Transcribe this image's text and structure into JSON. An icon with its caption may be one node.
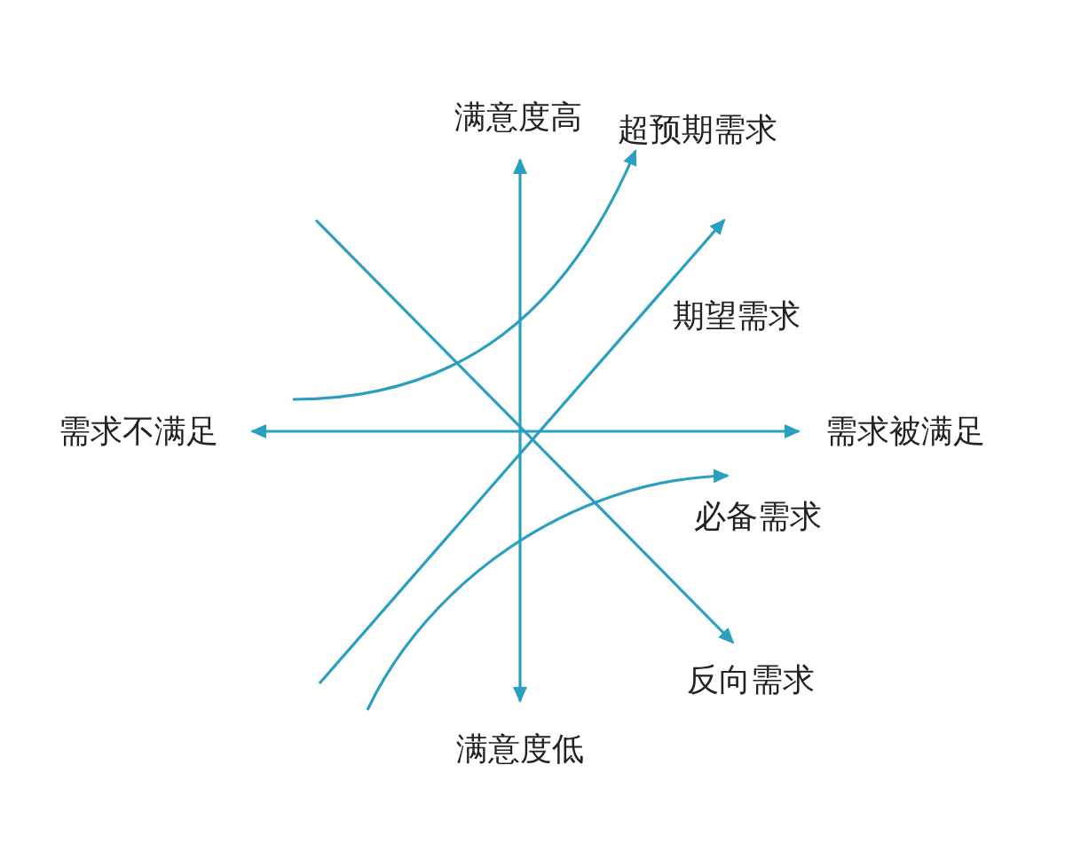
{
  "diagram": {
    "labels": [
      "满意度高",
      "超预期需求",
      "期望需求",
      "需求不满足",
      "需求被满足",
      "必备需求",
      "反向需求",
      "满意度低"
    ]
  }
}
